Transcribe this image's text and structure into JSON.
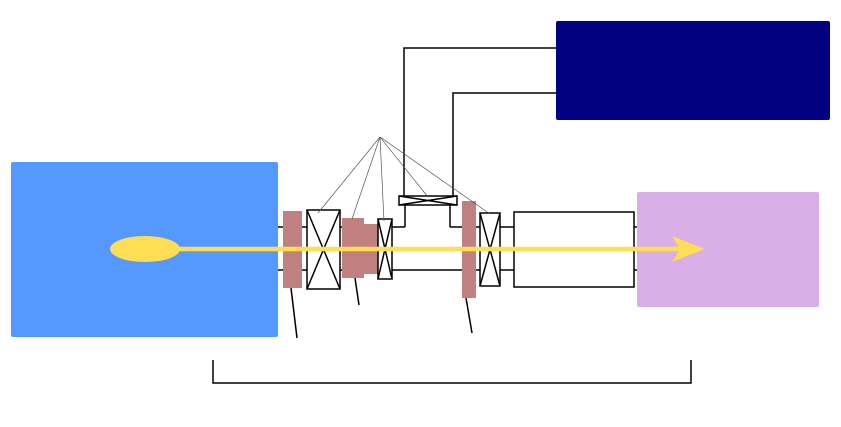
{
  "diagram": {
    "colors": {
      "left_block": "#5599FF",
      "top_right_block": "#000080",
      "right_block": "#DAAEE6",
      "beam": "#FFDD55",
      "collimator": "#C08080",
      "line": "#000000"
    },
    "components": [
      "left-source-block",
      "control-unit-block",
      "target-block",
      "beam-ellipse",
      "beam-arrow",
      "collimator-1",
      "collimator-2",
      "collimator-3",
      "valve-1",
      "valve-2",
      "valve-3",
      "valve-top",
      "drift-tube",
      "bracket"
    ]
  }
}
